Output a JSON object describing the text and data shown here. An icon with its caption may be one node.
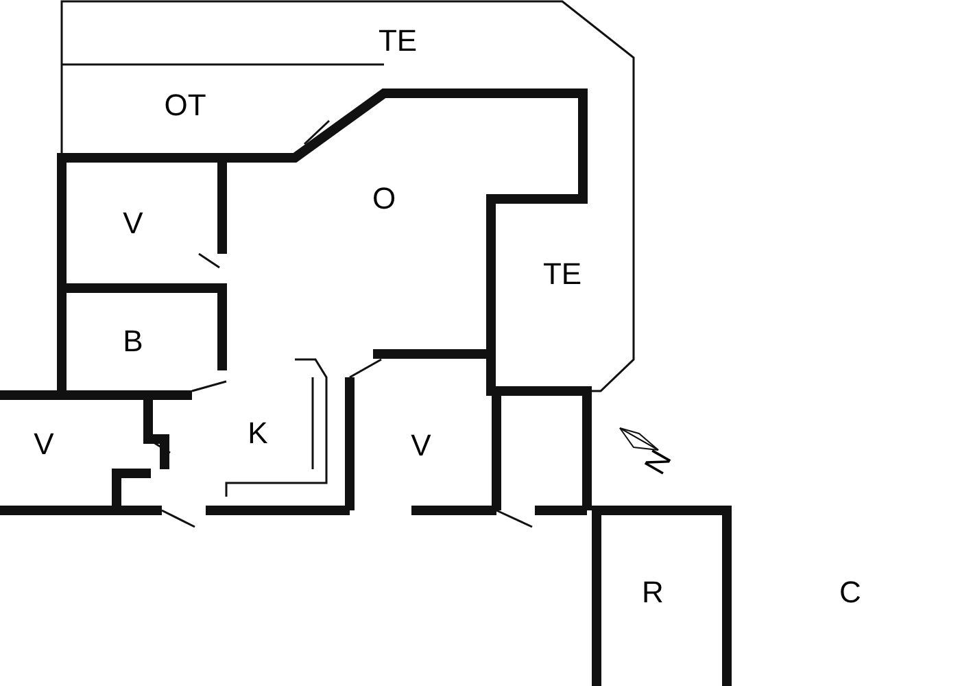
{
  "diagram": {
    "labels": [
      "TE",
      "OT",
      "O",
      "V",
      "TE",
      "B",
      "V",
      "K",
      "N",
      "V",
      "R",
      "C"
    ]
  }
}
